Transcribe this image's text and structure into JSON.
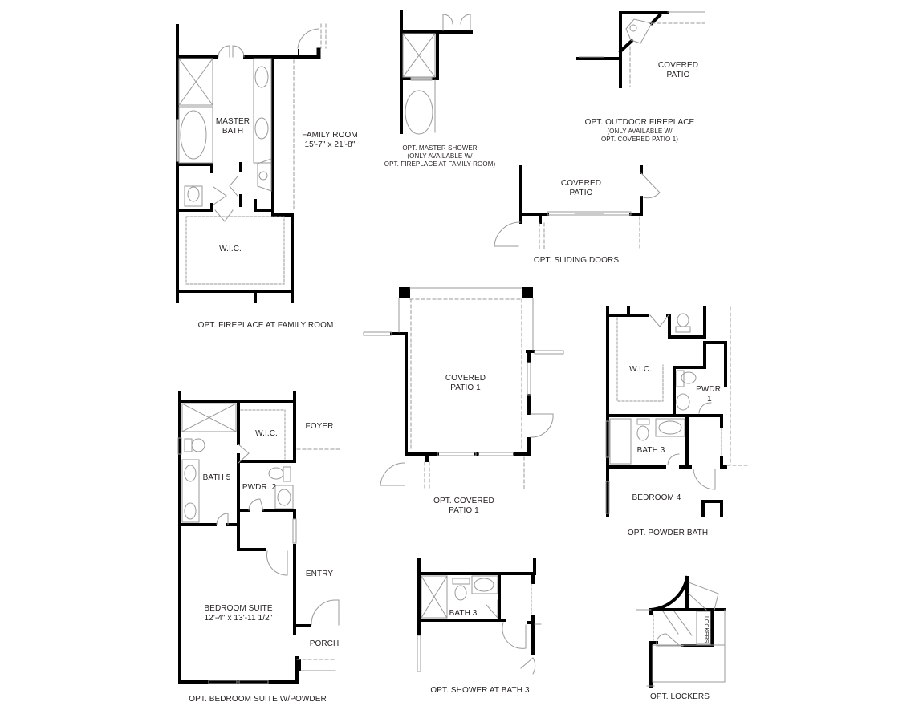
{
  "colors": {
    "wall": "#000000",
    "line": "#9a9a9a",
    "text": "#231f20",
    "background": "#ffffff"
  },
  "panels": [
    {
      "id": "fireplace",
      "caption": "OPT. FIREPLACE AT FAMILY ROOM",
      "rooms": [
        {
          "name": "MASTER\nBATH"
        },
        {
          "name": "FAMILY ROOM",
          "size": "15'-7\" x 21'-8\""
        },
        {
          "name": "W.I.C."
        }
      ]
    },
    {
      "id": "master_shower",
      "caption": "OPT. MASTER SHOWER\n(ONLY AVAILABLE W/\nOPT. FIREPLACE AT FAMILY ROOM)"
    },
    {
      "id": "outdoor_fireplace",
      "caption": "OPT. OUTDOOR FIREPLACE",
      "note": "(ONLY AVAILABLE W/\nOPT. COVERED PATIO 1)",
      "rooms": [
        {
          "name": "COVERED\nPATIO"
        }
      ]
    },
    {
      "id": "sliding_doors",
      "caption": "OPT. SLIDING DOORS",
      "rooms": [
        {
          "name": "COVERED\nPATIO"
        }
      ]
    },
    {
      "id": "covered_patio_1",
      "caption": "OPT. COVERED\nPATIO 1",
      "rooms": [
        {
          "name": "COVERED\nPATIO 1"
        }
      ]
    },
    {
      "id": "powder_bath",
      "caption": "OPT. POWDER BATH",
      "rooms": [
        {
          "name": "W.I.C."
        },
        {
          "name": "PWDR.\n1"
        },
        {
          "name": "BATH 3"
        },
        {
          "name": "BEDROOM 4"
        }
      ]
    },
    {
      "id": "bedroom_suite",
      "caption": "OPT. BEDROOM SUITE W/POWDER",
      "rooms": [
        {
          "name": "W.I.C."
        },
        {
          "name": "FOYER"
        },
        {
          "name": "BATH 5"
        },
        {
          "name": "PWDR. 2"
        },
        {
          "name": "ENTRY"
        },
        {
          "name": "BEDROOM SUITE",
          "size": "12'-4\" x 13'-11 1/2\""
        },
        {
          "name": "PORCH"
        }
      ]
    },
    {
      "id": "shower_bath3",
      "caption": "OPT. SHOWER AT BATH 3",
      "rooms": [
        {
          "name": "BATH 3"
        }
      ]
    },
    {
      "id": "lockers",
      "caption": "OPT. LOCKERS",
      "rooms": [
        {
          "name": "LOCKERS"
        }
      ]
    }
  ]
}
